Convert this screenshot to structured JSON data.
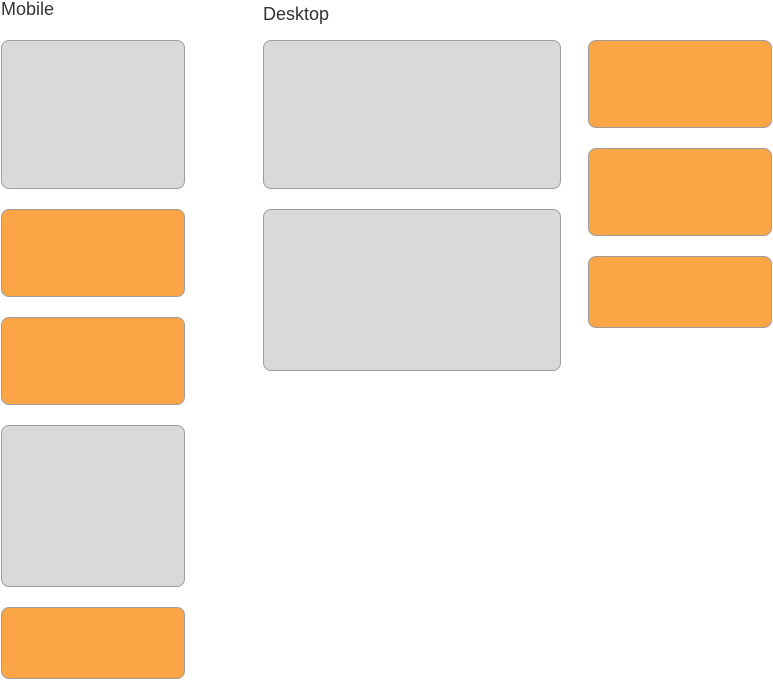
{
  "labels": {
    "mobile": "Mobile",
    "desktop": "Desktop"
  },
  "colors": {
    "placeholder_gray": "#d9d9d9",
    "accent_orange": "#fba546",
    "border": "#9e9e9e",
    "label_text": "#333333"
  },
  "mobile_blocks": [
    "gray",
    "orange",
    "orange",
    "gray",
    "orange"
  ],
  "desktop_main_blocks": [
    "gray",
    "gray"
  ],
  "desktop_side_blocks": [
    "orange",
    "orange",
    "orange"
  ]
}
